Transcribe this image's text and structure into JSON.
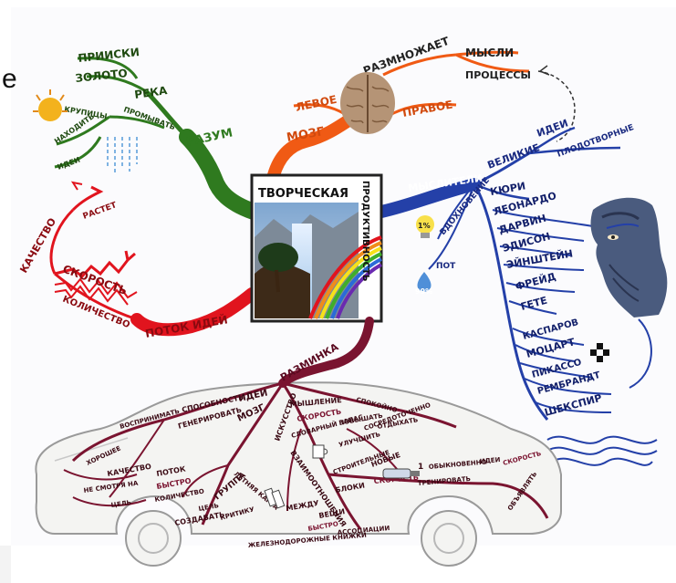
{
  "side_letter": "e",
  "center": {
    "title": "ТВОРЧЕСКАЯ",
    "side": "ПРОДУКТИВНОСТЬ"
  },
  "branches": {
    "razum": {
      "label": "РАЗУМ",
      "reka": "РЕКА",
      "zoloto": "ЗОЛОТО",
      "priiski": "ПРИИСКИ",
      "krupicy": "КРУПИЦЫ",
      "promyvat": "ПРОМЫВАТЬ",
      "nahodit": "НАХОДИТЬ",
      "idei": "ИДЕИ"
    },
    "mozg": {
      "label": "МОЗГ",
      "levoe": "ЛЕВОЕ",
      "pravoe": "ПРАВОЕ",
      "razmnozhaet": "РАЗМНОЖАЕТ",
      "mysli": "МЫСЛИ",
      "processy": "ПРОЦЕССЫ"
    },
    "mysliteli": {
      "label": "МЫСЛИТЕЛИ",
      "velikie": "ВЕЛИКИЕ",
      "idei": "ИДЕИ",
      "plodotvornye": "ПЛОДОТВОРНЫЕ",
      "names": [
        "КЮРИ",
        "ЛЕОНАРДО",
        "ДАРВИН",
        "ЭДИСОН",
        "ЭЙНШТЕЙН",
        "ФРЕЙД",
        "ГЕТЕ",
        "КАСПАРОВ",
        "МОЦАРТ",
        "ПИКАССО",
        "РЕМБРАНДТ",
        "ШЕКСПИР"
      ],
      "vdohnovenie": "ВДОХНОВЕНИЕ",
      "pot": "ПОТ",
      "pct1": "1%",
      "pct99": "99%"
    },
    "potok": {
      "label": "ПОТОК ИДЕЙ",
      "kachestvo": "КАЧЕСТВО",
      "rastet": "РАСТЕТ",
      "skorost": "СКОРОСТЬ",
      "kolichestvo": "КОЛИЧЕСТВО"
    },
    "razminka": {
      "label": "РАЗМИНКА",
      "idei": "ИДЕИ",
      "sposobnost": "СПОСОБНОСТЬ",
      "generirovat": "ГЕНЕРИРОВАТЬ",
      "vosprinimat": "ВОСПРИНИМАТЬ",
      "mozg": "МОЗГ",
      "myshlenie": "МЫШЛЕНИЕ",
      "spokoyno": "СПОКОЙНО",
      "skorost": "СКОРОСТЬ",
      "povyshat": "ПОВЫШАТЬ",
      "otdyhat": "ОТДЫХАТЬ",
      "slovarny": "СЛОВАРНЫЙ ЗАПАС",
      "uluchshit": "УЛУЧШИТЬ",
      "sosredotochenno": "СОСРЕДОТОЧЕННО",
      "iskusstvo": "ИСКУССТВО",
      "stroitelnye": "СТРОИТЕЛЬНЫЕ",
      "bloki": "БЛОКИ",
      "novye": "НОВЫЕ",
      "skorost2": "СКОРОСТЬ",
      "trenirovat": "ТРЕНИРОВАТЬ",
      "vzaimootnosheniya": "ВЗАИМООТНОШЕНИЯ",
      "veshi": "ВЕЩИ",
      "mezhdu": "МЕЖДУ",
      "associacii": "АССОЦИАЦИИ",
      "bystro": "БЫСТРО",
      "knizhki": "ЖЕЛЕЗНОДОРОЖНЫЕ КНИЖКИ",
      "karta": "ЛЕТНЯЯ КАРТА",
      "gruppa": "ГРУППА",
      "potok": "ПОТОК",
      "bystro2": "БЫСТРО",
      "kachestvo": "КАЧЕСТВО",
      "horoshee": "ХОРОШЕЕ",
      "nesmotrya": "НЕ СМОТРЯ НА",
      "cel": "ЦЕЛЬ",
      "kolichestvo": "КОЛИЧЕСТВО",
      "cel2": "ЦЕЛЬ",
      "sozdavat": "СОЗДАВАТЬ",
      "kritiku": "КРИТИКУ",
      "one": "1",
      "obyknovenno": "ОБЫКНОВЕННО",
      "idei2": "ИДЕИ",
      "skorost3": "СКОРОСТЬ",
      "obyavlyat": "ОБЪЯВЛЯТЬ"
    }
  },
  "colors": {
    "green": "#2f7a1f",
    "orange": "#f05a14",
    "blue": "#2440a8",
    "red": "#e1141e",
    "maroon": "#7a1430",
    "brown": "#5a2a12"
  }
}
